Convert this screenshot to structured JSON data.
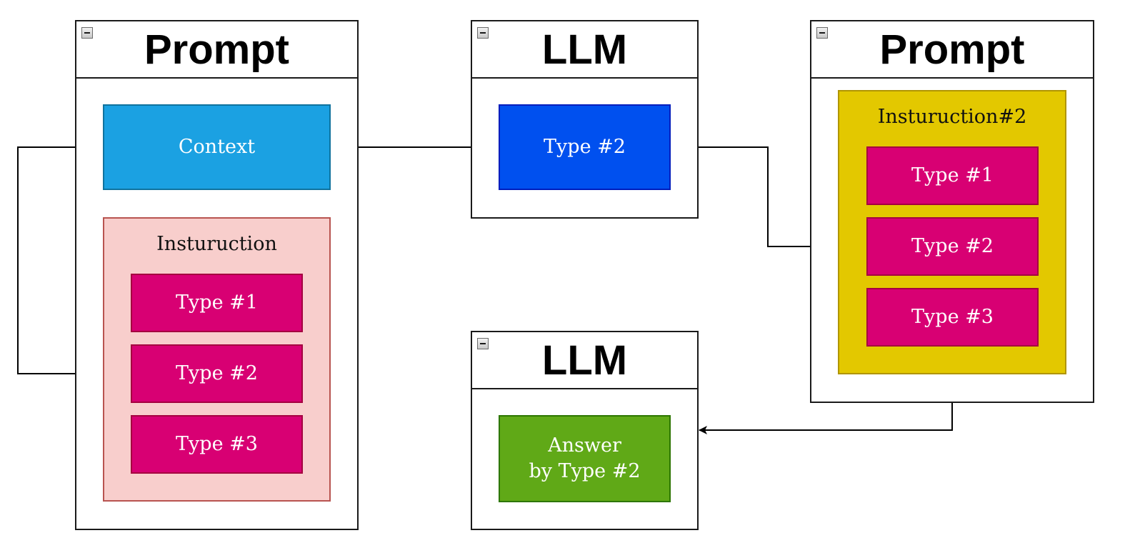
{
  "containers": {
    "prompt1": {
      "title": "Prompt"
    },
    "llm1": {
      "title": "LLM"
    },
    "prompt2": {
      "title": "Prompt"
    },
    "llm2": {
      "title": "LLM"
    }
  },
  "nodes": {
    "context": "Context",
    "instruction1_label": "Insturuction",
    "p1_type1": "Type #1",
    "p1_type2": "Type #2",
    "p1_type3": "Type #3",
    "llm1_type2": "Type #2",
    "instruction2_label": "Insturuction#2",
    "p2_type1": "Type #1",
    "p2_type2": "Type #2",
    "p2_type3": "Type #3",
    "answer": "Answer\nby Type #2"
  },
  "colors": {
    "context": "#1ba1e2",
    "instruction1": "#f8cecc",
    "instruction1_border": "#b85450",
    "type_box": "#d80073",
    "type_box_border": "#a50040",
    "llm_type": "#0050ef",
    "llm_type_border": "#001dbc",
    "instruction2": "#e3c800",
    "instruction2_border": "#b09500",
    "answer": "#60a917",
    "answer_border": "#2d7600",
    "edge": "#000000"
  }
}
